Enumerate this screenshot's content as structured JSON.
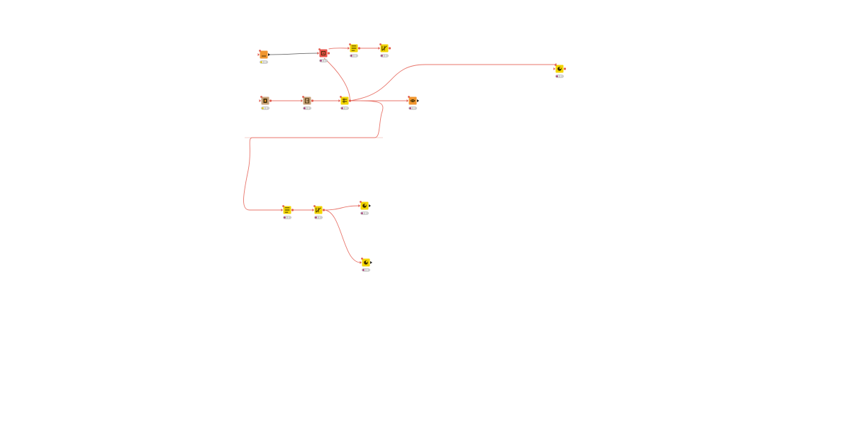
{
  "workflow": {
    "colors": {
      "manipulator": "#f3d500",
      "source": "#f0962f",
      "source_alt": "#c8a27a",
      "other": "#e8514a",
      "edge": "#e8756b",
      "port": "#e15a4d",
      "status_configured": "#d4c200",
      "status_idle": "#c9c9c9",
      "status_error": "#9b2a6a"
    },
    "nodes": [
      {
        "id": "n1",
        "kind": "source",
        "icon": "file-reader-icon",
        "status": "configured"
      },
      {
        "id": "n2",
        "kind": "other",
        "icon": "loop-start-icon",
        "status": "error"
      },
      {
        "id": "n3",
        "kind": "manipulator",
        "icon": "row-filter-icon",
        "status": "error"
      },
      {
        "id": "n4",
        "kind": "manipulator",
        "icon": "column-filter-icon",
        "status": "error"
      },
      {
        "id": "n5",
        "kind": "manipulator",
        "icon": "groupby-icon",
        "status": "error"
      },
      {
        "id": "n6",
        "kind": "source_alt",
        "icon": "db-reader-icon",
        "status": "warning"
      },
      {
        "id": "n7",
        "kind": "source_alt",
        "icon": "table-creator-icon",
        "status": "error"
      },
      {
        "id": "n8",
        "kind": "manipulator",
        "icon": "joiner-icon",
        "status": "error"
      },
      {
        "id": "n9",
        "kind": "source",
        "icon": "view-icon",
        "status": "error"
      },
      {
        "id": "n10",
        "kind": "manipulator",
        "icon": "row-filter-icon",
        "status": "error"
      },
      {
        "id": "n11",
        "kind": "manipulator",
        "icon": "column-filter-icon",
        "status": "error"
      },
      {
        "id": "n12",
        "kind": "manipulator",
        "icon": "groupby-icon",
        "status": "error"
      },
      {
        "id": "n13",
        "kind": "manipulator",
        "icon": "groupby-icon",
        "status": "error"
      }
    ],
    "edges": [
      {
        "from": "n1",
        "to": "n2",
        "type": "flow"
      },
      {
        "from": "n2",
        "to": "n3",
        "type": "data"
      },
      {
        "from": "n3",
        "to": "n4",
        "type": "data"
      },
      {
        "from": "n6",
        "to": "n7",
        "type": "data"
      },
      {
        "from": "n7",
        "to": "n8",
        "type": "data"
      },
      {
        "from": "n8",
        "to": "n2",
        "type": "data"
      },
      {
        "from": "n8",
        "to": "n5",
        "type": "data"
      },
      {
        "from": "n8",
        "to": "n9",
        "type": "data"
      },
      {
        "from": "n8",
        "to": "n10",
        "type": "data"
      },
      {
        "from": "n10",
        "to": "n11",
        "type": "data"
      },
      {
        "from": "n11",
        "to": "n12",
        "type": "data"
      },
      {
        "from": "n11",
        "to": "n13",
        "type": "data"
      }
    ]
  }
}
